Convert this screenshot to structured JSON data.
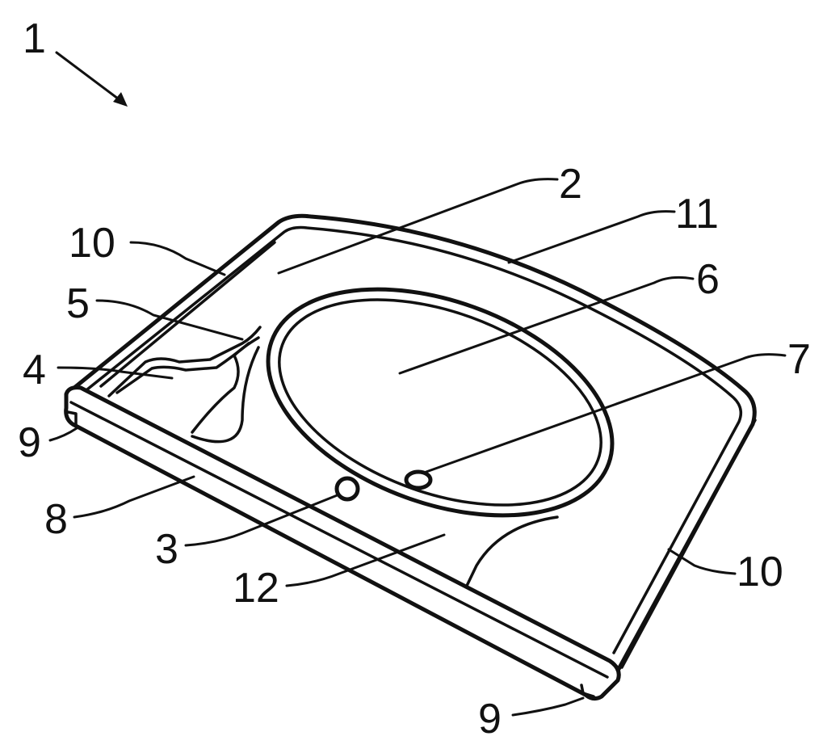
{
  "figure": {
    "labels": {
      "assembly": "1",
      "part_2": "2",
      "part_3": "3",
      "part_4": "4",
      "part_5": "5",
      "part_6": "6",
      "part_7": "7",
      "part_8": "8",
      "part_9_left": "9",
      "part_9_right": "9",
      "part_10_left": "10",
      "part_10_right": "10",
      "part_11": "11",
      "part_12": "12"
    },
    "colors": {
      "line": "#111111",
      "background": "#ffffff"
    }
  }
}
